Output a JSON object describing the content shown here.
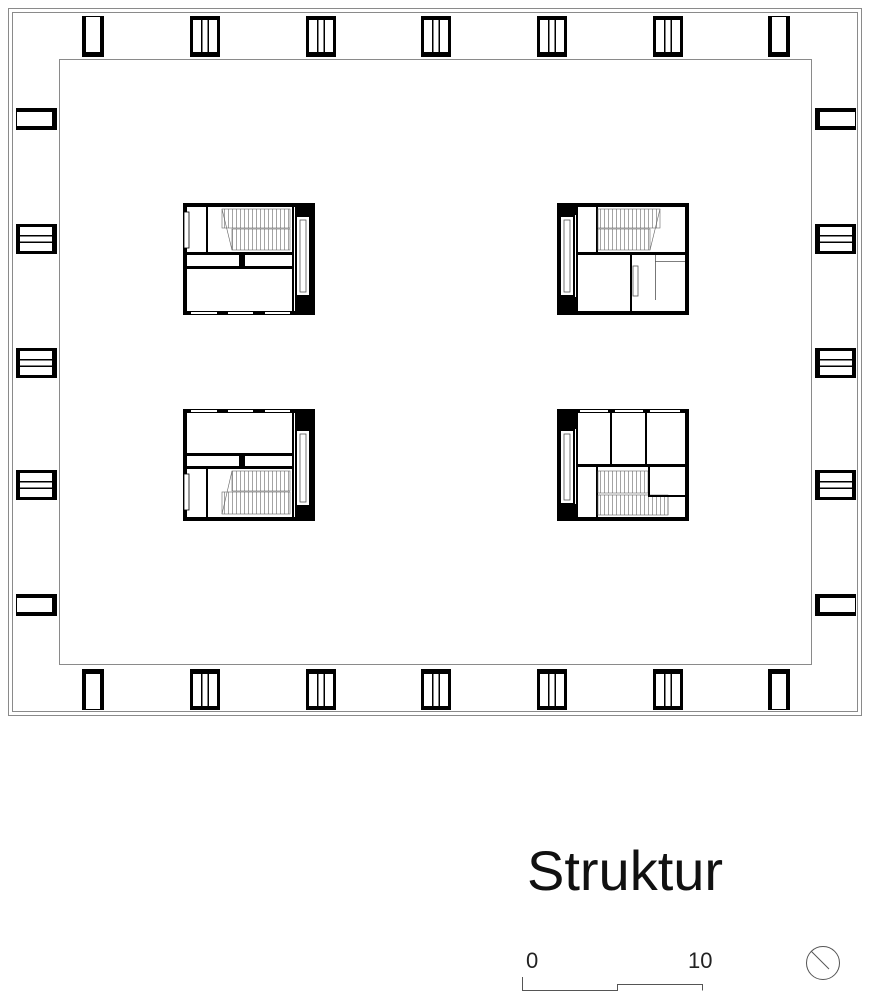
{
  "title": "Struktur",
  "scale_bar": {
    "start_label": "0",
    "end_label": "10"
  },
  "icons": {
    "north_arrow": "north-arrow-icon"
  },
  "colors": {
    "background": "#ffffff",
    "walls": "#000000",
    "outline": "#8a8a8a",
    "annotation": "#555555"
  }
}
